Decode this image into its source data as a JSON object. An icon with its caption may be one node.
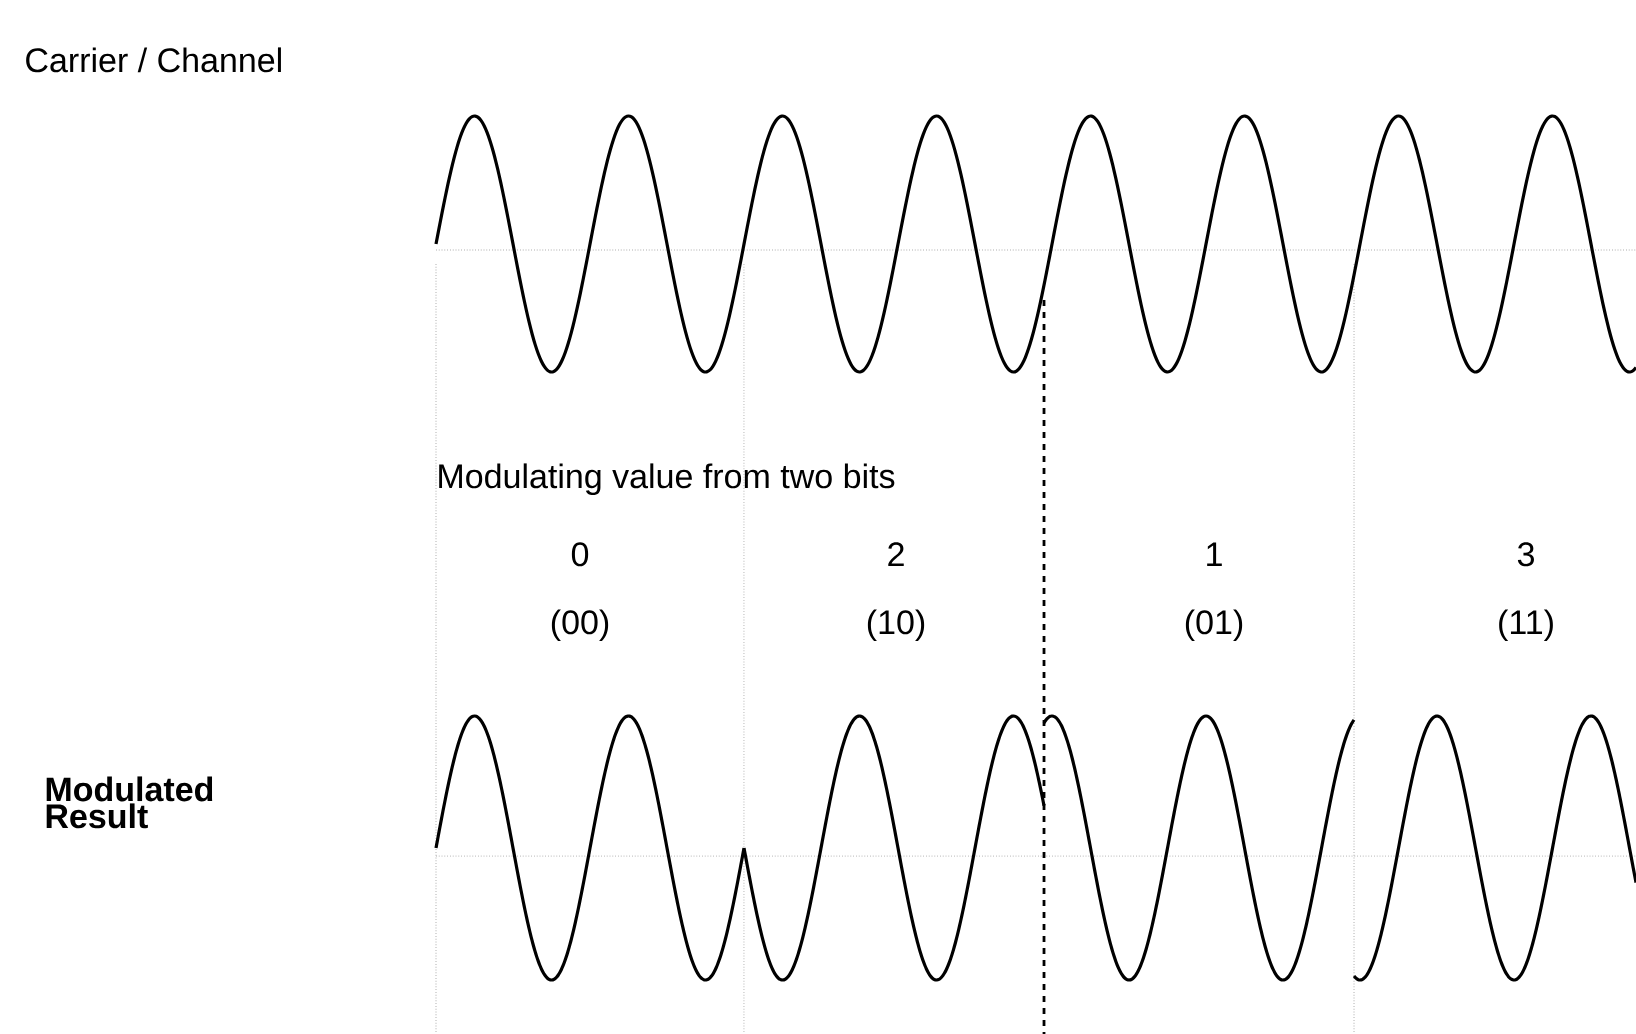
{
  "diagram": {
    "labels": [
      "Carrier / Channel",
      "Modulating value from two bits",
      "0",
      "2",
      "1",
      "3",
      "(00)",
      "(10)",
      "(01)",
      "(11)",
      "Modulated Result"
    ]
  }
}
